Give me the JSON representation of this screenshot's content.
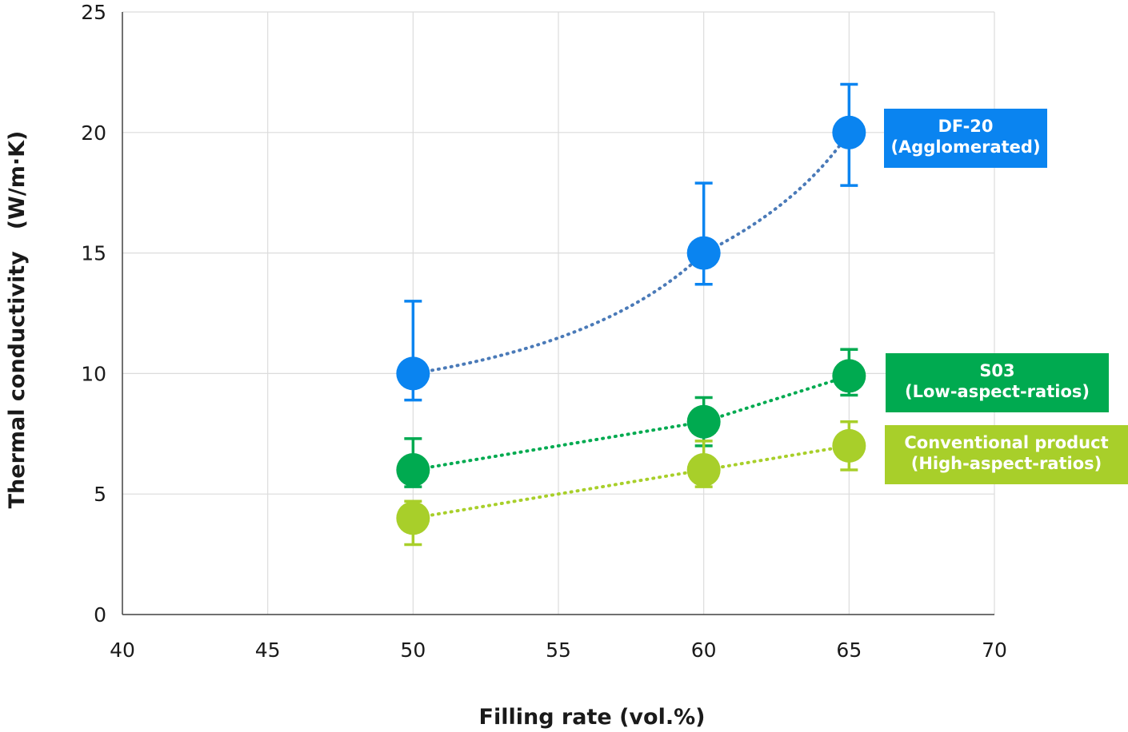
{
  "chart_data": {
    "type": "scatter",
    "title": "",
    "xlabel": "Filling rate (vol.%)",
    "ylabel": "Thermal conductivity　(W/m·K)",
    "xlim": [
      40,
      70
    ],
    "ylim": [
      0,
      25
    ],
    "xticks": [
      40,
      45,
      50,
      55,
      60,
      65,
      70
    ],
    "yticks": [
      0,
      5,
      10,
      15,
      20,
      25
    ],
    "grid": true,
    "legend": "right (labels placed beside series)",
    "series": [
      {
        "name": "DF-20",
        "label_lines": [
          "DF-20",
          "(Agglomerated)"
        ],
        "color": "#0a84f0",
        "line_color": "#4a7ab8",
        "x": [
          50,
          60,
          65
        ],
        "y": [
          10,
          15,
          20
        ],
        "err_low": [
          8.9,
          13.7,
          17.8
        ],
        "err_high": [
          13.0,
          17.9,
          22.0
        ]
      },
      {
        "name": "S03",
        "label_lines": [
          "S03",
          "(Low-aspect-ratios)"
        ],
        "color": "#00aa50",
        "line_color": "#00aa50",
        "x": [
          50,
          60,
          65
        ],
        "y": [
          6,
          8,
          9.9
        ],
        "err_low": [
          5.3,
          7.0,
          9.1
        ],
        "err_high": [
          7.3,
          9.0,
          11.0
        ]
      },
      {
        "name": "Conventional product",
        "label_lines": [
          "Conventional product",
          "(High-aspect-ratios)"
        ],
        "color": "#a8cf2a",
        "line_color": "#a8cf2a",
        "x": [
          50,
          60,
          65
        ],
        "y": [
          4,
          6,
          7
        ],
        "err_low": [
          2.9,
          5.3,
          6.0
        ],
        "err_high": [
          4.7,
          7.2,
          8.0
        ]
      }
    ]
  }
}
